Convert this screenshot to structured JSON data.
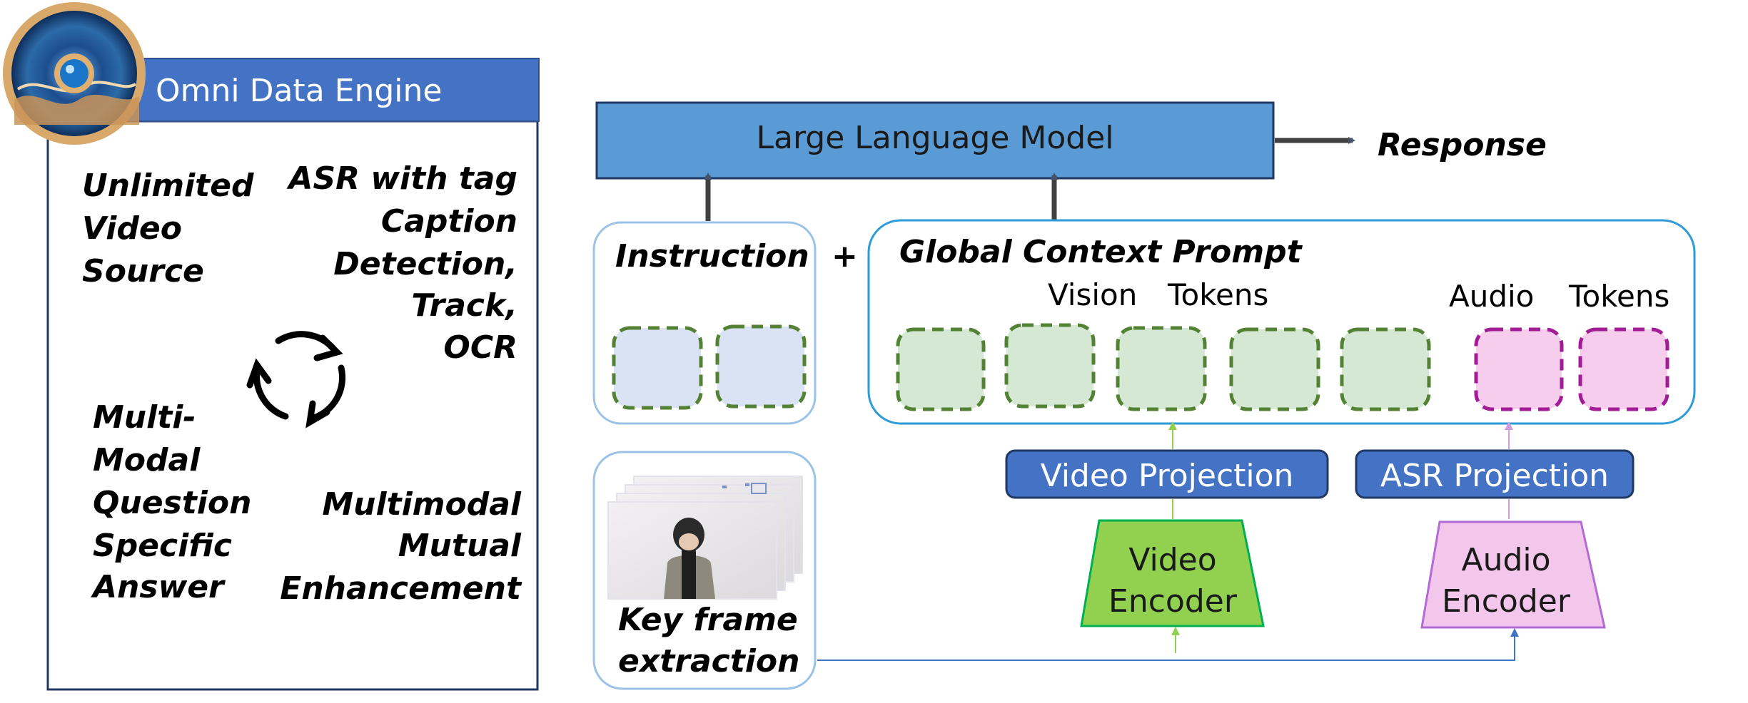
{
  "engine": {
    "title": "Omni Data Engine",
    "top_left": [
      "Unlimited",
      "Video",
      "Source"
    ],
    "top_right": [
      "ASR with tag",
      "Caption",
      "Detection,",
      "Track,",
      "OCR"
    ],
    "bottom_left": [
      "Multi-",
      "Modal",
      "Question",
      "Specific",
      "Answer"
    ],
    "bottom_right": [
      "Multimodal",
      "Mutual",
      "Enhancement"
    ]
  },
  "model": {
    "llm": "Large Language Model",
    "response": "Response",
    "instruction": "Instruction",
    "plus": "+",
    "global_context": "Global Context Prompt",
    "vision_tokens": [
      "Vision",
      "Tokens"
    ],
    "audio_tokens": [
      "Audio",
      "Tokens"
    ],
    "video_projection": "Video Projection",
    "asr_projection": "ASR Projection",
    "video_encoder": [
      "Video",
      "Encoder"
    ],
    "audio_encoder": [
      "Audio",
      "Encoder"
    ],
    "key_frame": [
      "Key frame",
      "extraction"
    ]
  },
  "colors": {
    "engine_header": "#4472c4",
    "llm": "#5b9bd5",
    "projection": "#4472c4",
    "video_encoder": "#92d050",
    "audio_encoder": "#f3c6ec",
    "vision_token_fill": "#d5e8d4",
    "vision_token_stroke": "#548235",
    "audio_token_fill": "#f7cdee",
    "audio_token_stroke": "#a21c96",
    "instruction_token_fill": "#dae3f3",
    "container_stroke": "#9cc3e5",
    "context_stroke": "#2e9bd6"
  }
}
